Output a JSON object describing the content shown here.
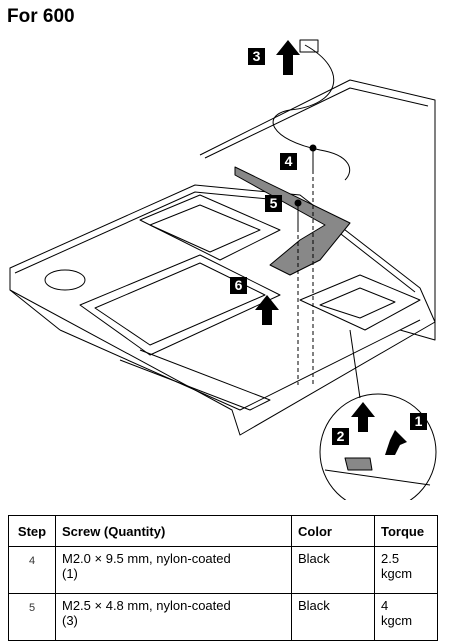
{
  "heading": "For 600",
  "callouts": [
    "1",
    "2",
    "3",
    "4",
    "5",
    "6"
  ],
  "table": {
    "headers": {
      "step": "Step",
      "screw": "Screw (Quantity)",
      "color": "Color",
      "torque": "Torque"
    },
    "rows": [
      {
        "step": "4",
        "screw": "M2.0 × 9.5 mm, nylon-coated",
        "qty": "(1)",
        "color": "Black",
        "torque": "2.5",
        "unit": "kgcm"
      },
      {
        "step": "5",
        "screw": "M2.5 × 4.8 mm, nylon-coated",
        "qty": "(3)",
        "color": "Black",
        "torque": "4",
        "unit": "kgcm"
      }
    ]
  }
}
